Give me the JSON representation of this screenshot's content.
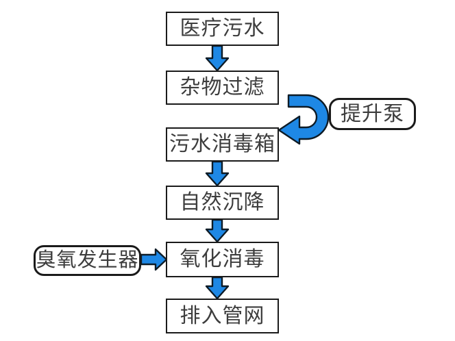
{
  "diagram": {
    "type": "flowchart",
    "background": "#ffffff",
    "steps": [
      {
        "id": "medical-sewage",
        "label": "医疗污水"
      },
      {
        "id": "debris-filtering",
        "label": "杂物过滤"
      },
      {
        "id": "sewage-disinfection-tank",
        "label": "污水消毒箱"
      },
      {
        "id": "natural-settling",
        "label": "自然沉降"
      },
      {
        "id": "oxidation-disinfection",
        "label": "氧化消毒"
      },
      {
        "id": "discharge-to-pipe-network",
        "label": "排入管网"
      }
    ],
    "side_nodes": [
      {
        "id": "lift-pump",
        "label": "提升泵",
        "attached_to": "污水消毒箱"
      },
      {
        "id": "ozone-generator",
        "label": "臭氧发生器",
        "attached_to": "氧化消毒"
      }
    ],
    "connections": [
      {
        "from": "医疗污水",
        "to": "杂物过滤",
        "style": "block-arrow-down"
      },
      {
        "from": "杂物过滤",
        "to": "污水消毒箱",
        "style": "u-turn-arrow-via-lift-pump"
      },
      {
        "from": "污水消毒箱",
        "to": "自然沉降",
        "style": "block-arrow-down"
      },
      {
        "from": "自然沉降",
        "to": "氧化消毒",
        "style": "block-arrow-down"
      },
      {
        "from": "臭氧发生器",
        "to": "氧化消毒",
        "style": "block-arrow-right"
      },
      {
        "from": "氧化消毒",
        "to": "排入管网",
        "style": "block-arrow-down"
      }
    ],
    "colors": {
      "arrow_fill": "#1e88e5",
      "arrow_outline": "#0d1b26",
      "box_border": "#1a1a1a",
      "box_fill": "#ffffff",
      "text": "#3d3d3d"
    }
  }
}
